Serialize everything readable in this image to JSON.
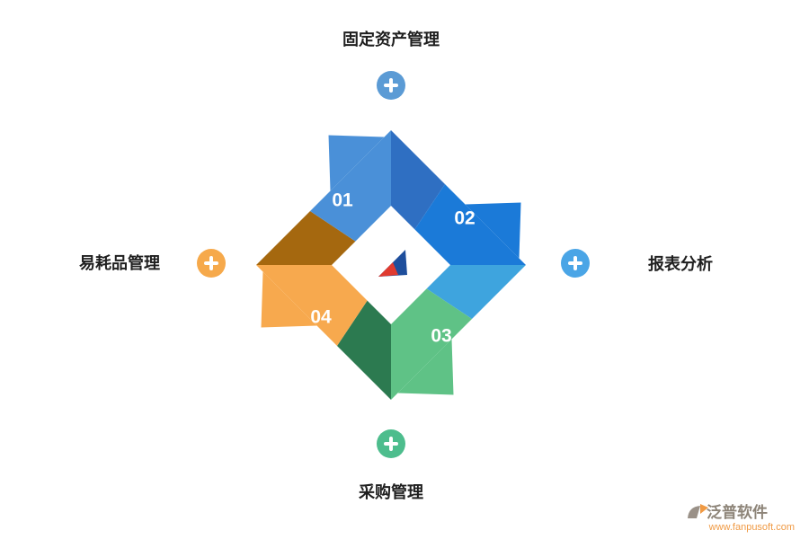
{
  "cycle": {
    "steps": [
      {
        "number": "01",
        "label": "固定资产管理",
        "side": "top",
        "arrow_color": "#4A90D8",
        "fold_color": "#2F6FC2",
        "plus_color": "#5B9BD5"
      },
      {
        "number": "02",
        "label": "报表分析",
        "side": "right",
        "arrow_color": "#1B7AD8",
        "fold_color": "#3EA4DE",
        "plus_color": "#4AA5E6"
      },
      {
        "number": "03",
        "label": "采购管理",
        "side": "bottom",
        "arrow_color": "#5FC286",
        "fold_color": "#2C7A50",
        "plus_color": "#4DBD8D"
      },
      {
        "number": "04",
        "label": "易耗品管理",
        "side": "left",
        "arrow_color": "#F7A94E",
        "fold_color": "#A5680F",
        "plus_color": "#F6A94B"
      }
    ],
    "center_logo": {
      "primary_color": "#1E4E9C",
      "accent_color": "#E03A2F"
    }
  },
  "watermark": {
    "brand": "泛普软件",
    "url": "www.fanpusoft.com",
    "brand_color": "#8D8478",
    "url_color": "#F09A44",
    "icon_color": "#9A9188",
    "icon_accent_color": "#F09A44"
  }
}
